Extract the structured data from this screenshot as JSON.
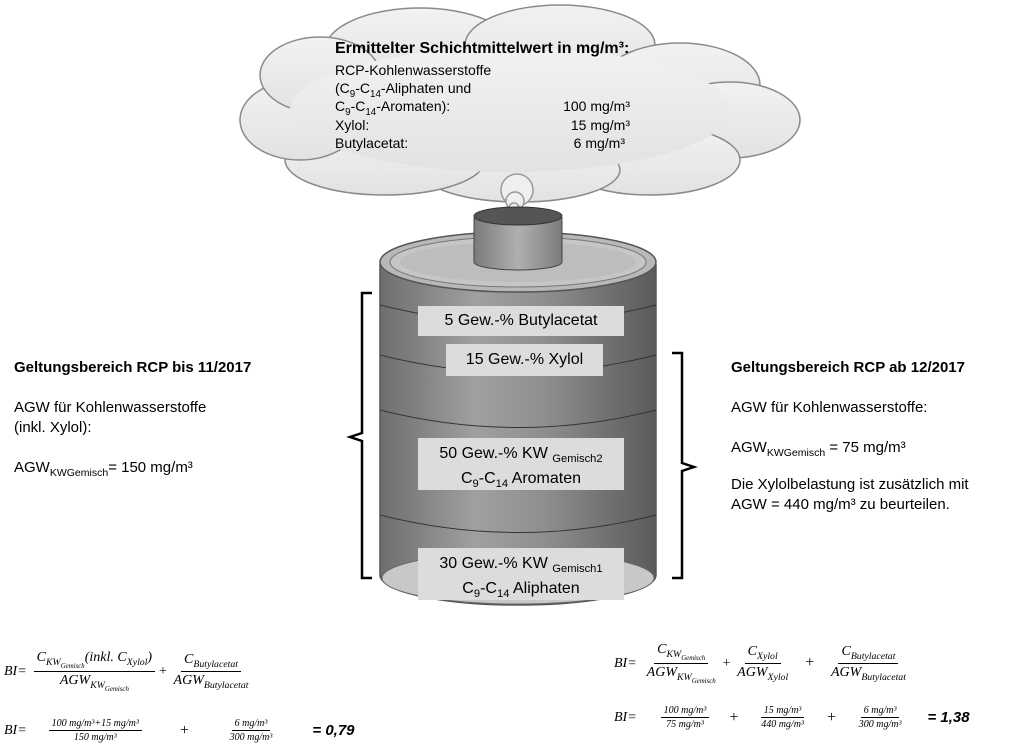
{
  "cloud": {
    "title": "Ermittelter Schichtmittelwert in mg/m³:",
    "line1": "RCP-Kohlenwasserstoffe",
    "line2_a": "(C",
    "line2_s1": "9",
    "line2_b": "-C",
    "line2_s2": "14",
    "line2_c": "-Aliphaten und",
    "line3_a": "C",
    "line3_s1": "9",
    "line3_b": "-C",
    "line3_s2": "14",
    "line3_c": "-Aromaten):",
    "line3_value": "100 mg/m³",
    "xylol_label": "Xylol:",
    "xylol_value": "15 mg/m³",
    "butyl_label": "Butylacetat:",
    "butyl_value": "6 mg/m³"
  },
  "barrel": {
    "butyl": "5 Gew.-% Butylacetat",
    "xylol": "15 Gew.-% Xylol",
    "arom_a": "50 Gew.-% KW ",
    "arom_sub": "Gemisch2",
    "arom_b1": "C",
    "arom_b1s": "9",
    "arom_b2": "-C",
    "arom_b2s": "14",
    "arom_b3": " Aromaten",
    "aliph_a": "30 Gew.-% KW ",
    "aliph_sub": "Gemisch1",
    "aliph_b1": "C",
    "aliph_b1s": "9",
    "aliph_b2": "-C",
    "aliph_b2s": "14",
    "aliph_b3": " Aliphaten"
  },
  "left": {
    "heading": "Geltungsbereich RCP bis 11/2017",
    "line1": "AGW für Kohlenwasserstoffe",
    "line2": "(inkl. Xylol):",
    "agw_a": "AGW",
    "agw_sub": "KWGemisch",
    "agw_b": "= 150 mg/m³"
  },
  "right": {
    "heading": "Geltungsbereich RCP ab 12/2017",
    "line1": "AGW für Kohlenwasserstoffe:",
    "agw_a": "AGW",
    "agw_sub": "KWGemisch",
    "agw_b": " = 75 mg/m³",
    "line3": "Die Xylolbelastung ist zusätzlich mit",
    "line4": "AGW = 440 mg/m³ zu beurteilen."
  },
  "formula_left": {
    "bi": "BI=",
    "n1_c": "C",
    "n1_sub": "KW",
    "n1_subsub": "Gemisch",
    "n1_rest": "(inkl. C",
    "n1_sub2": "Xylol",
    "n1_close": ")",
    "d1_a": "AGW",
    "d1_sub": "KW",
    "d1_subsub": "Gemisch",
    "plus": "+",
    "n2_c": "C",
    "n2_sub": "Butylacetat",
    "d2_a": "AGW",
    "d2_sub": "Butylacetat",
    "bi2": "BI=",
    "v_n1": "100 mg/m³+15 mg/m³",
    "v_d1": "150 mg/m³",
    "v_n2": "6 mg/m³",
    "v_d2": "300 mg/m³",
    "result": "= 0,79"
  },
  "formula_right": {
    "bi": "BI=",
    "n1_c": "C",
    "n1_sub": "KW",
    "n1_subsub": "Gemisch",
    "d1_a": "AGW",
    "d1_sub": "KW",
    "d1_subsub": "Gemisch",
    "plus": "+",
    "n2_c": "C",
    "n2_sub": "Xylol",
    "d2_a": "AGW",
    "d2_sub": "Xylol",
    "n3_c": "C",
    "n3_sub": "Butylacetat",
    "d3_a": "AGW",
    "d3_sub": "Butylacetat",
    "bi2": "BI=",
    "v_n1": "100 mg/m³",
    "v_d1": "75 mg/m³",
    "v_n2": "15 mg/m³",
    "v_d2": "440 mg/m³",
    "v_n3": "6 mg/m³",
    "v_d3": "300 mg/m³",
    "result": "= 1,38"
  }
}
